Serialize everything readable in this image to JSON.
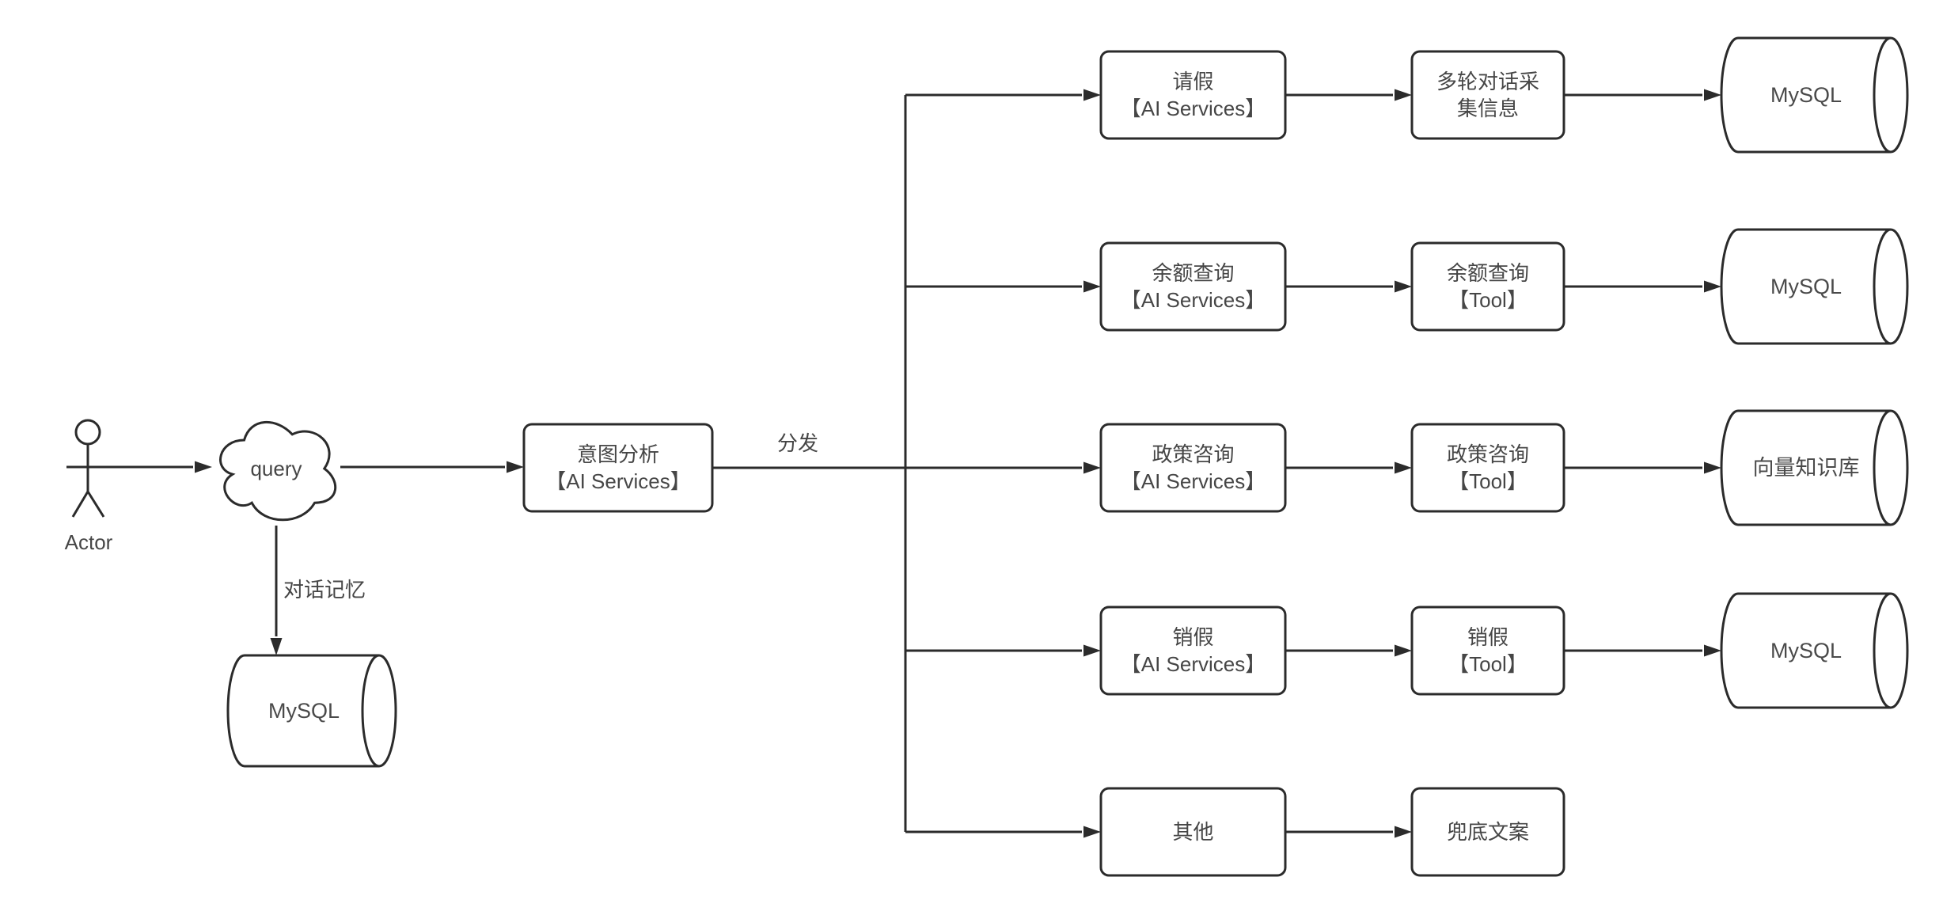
{
  "diagram": {
    "title": "intent dispatch flow",
    "colors": {
      "background": "#ffffff",
      "stroke": "#2b2b2b",
      "text": "#464646"
    },
    "actor": {
      "label": "Actor"
    },
    "query_cloud": {
      "label": "query"
    },
    "intent_node": {
      "label": "意图分析\n【AI Services】"
    },
    "edge_labels": {
      "dispatch": "分发",
      "conversation_memory": "对话记忆"
    },
    "memory_db": {
      "label": "MySQL"
    },
    "branches": [
      {
        "service": "请假\n【AI Services】",
        "handler": "多轮对话采\n集信息",
        "datastore": "MySQL"
      },
      {
        "service": "余额查询\n【AI Services】",
        "handler": "余额查询\n【Tool】",
        "datastore": "MySQL"
      },
      {
        "service": "政策咨询\n【AI Services】",
        "handler": "政策咨询\n【Tool】",
        "datastore": "向量知识库"
      },
      {
        "service": "销假\n【AI Services】",
        "handler": "销假\n【Tool】",
        "datastore": "MySQL"
      },
      {
        "service": "其他",
        "handler": "兜底文案"
      }
    ]
  }
}
